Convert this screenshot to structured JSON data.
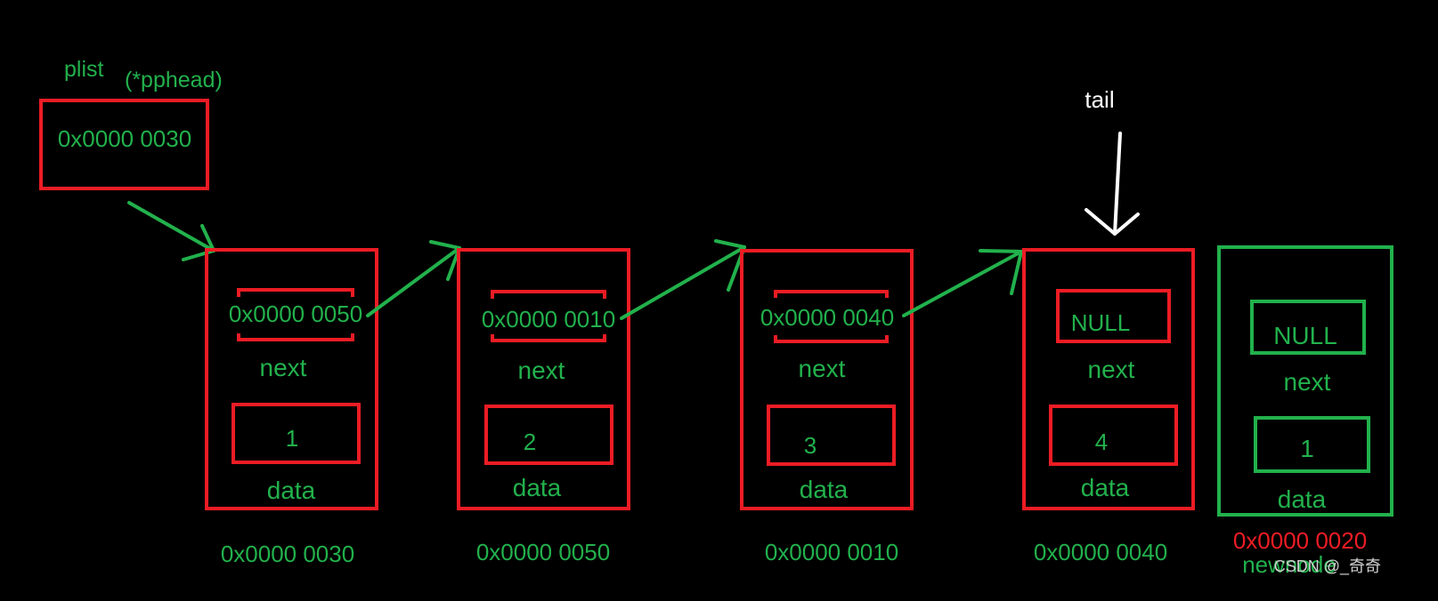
{
  "head": {
    "name_label": "plist",
    "alias_label": "(*pphead)",
    "value": "0x0000 0030"
  },
  "tail_label": "tail",
  "nodes": [
    {
      "next": "0x0000 0050",
      "next_label": "next",
      "data": "1",
      "data_label": "data",
      "address": "0x0000 0030"
    },
    {
      "next": "0x0000 0010",
      "next_label": "next",
      "data": "2",
      "data_label": "data",
      "address": "0x0000 0050"
    },
    {
      "next": "0x0000 0040",
      "next_label": "next",
      "data": "3",
      "data_label": "data",
      "address": "0x0000 0010"
    },
    {
      "next": "NULL",
      "next_label": "next",
      "data": "4",
      "data_label": "data",
      "address": "0x0000 0040"
    }
  ],
  "new_node": {
    "next": "NULL",
    "next_label": "next",
    "data": "1",
    "data_label": "data",
    "address": "0x0000 0020",
    "name_label": "newnode"
  },
  "watermark": "CSDN @_奇奇",
  "colors": {
    "background": "#000000",
    "list_box": "#ed1c24",
    "text_green": "#22b14c",
    "new_node_box": "#22b14c",
    "new_address": "#ed1c24",
    "tail_arrow": "#ffffff"
  }
}
